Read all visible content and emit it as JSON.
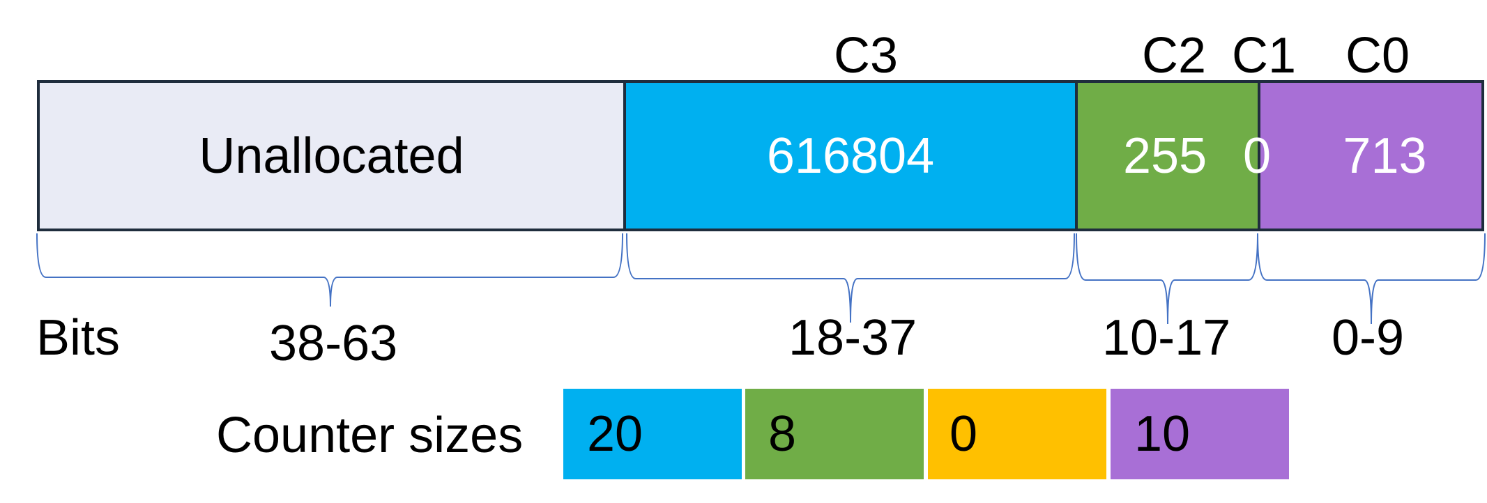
{
  "register": {
    "headers": {
      "c3": "C3",
      "c2": "C2",
      "c1": "C1",
      "c0": "C0"
    },
    "segments": {
      "unallocated": {
        "label": "Unallocated",
        "color": "#e9ebf5"
      },
      "c3": {
        "value": "616804",
        "color": "#00b0f0"
      },
      "c2": {
        "value": "255",
        "color": "#70ad47"
      },
      "c1": {
        "value": "0"
      },
      "c0": {
        "value": "713",
        "color": "#a86fd6"
      }
    }
  },
  "bits": {
    "title": "Bits",
    "ranges": {
      "unallocated": "38-63",
      "c3": "18-37",
      "c2": "10-17",
      "c0": "0-9"
    }
  },
  "counter_sizes": {
    "title": "Counter sizes",
    "boxes": [
      {
        "value": "20",
        "color": "#00b0f0"
      },
      {
        "value": "8",
        "color": "#70ad47"
      },
      {
        "value": "0",
        "color": "#ffc000"
      },
      {
        "value": "10",
        "color": "#a86fd6"
      }
    ]
  },
  "colors": {
    "outline": "#1f2d3d",
    "brace": "#4472c4"
  }
}
